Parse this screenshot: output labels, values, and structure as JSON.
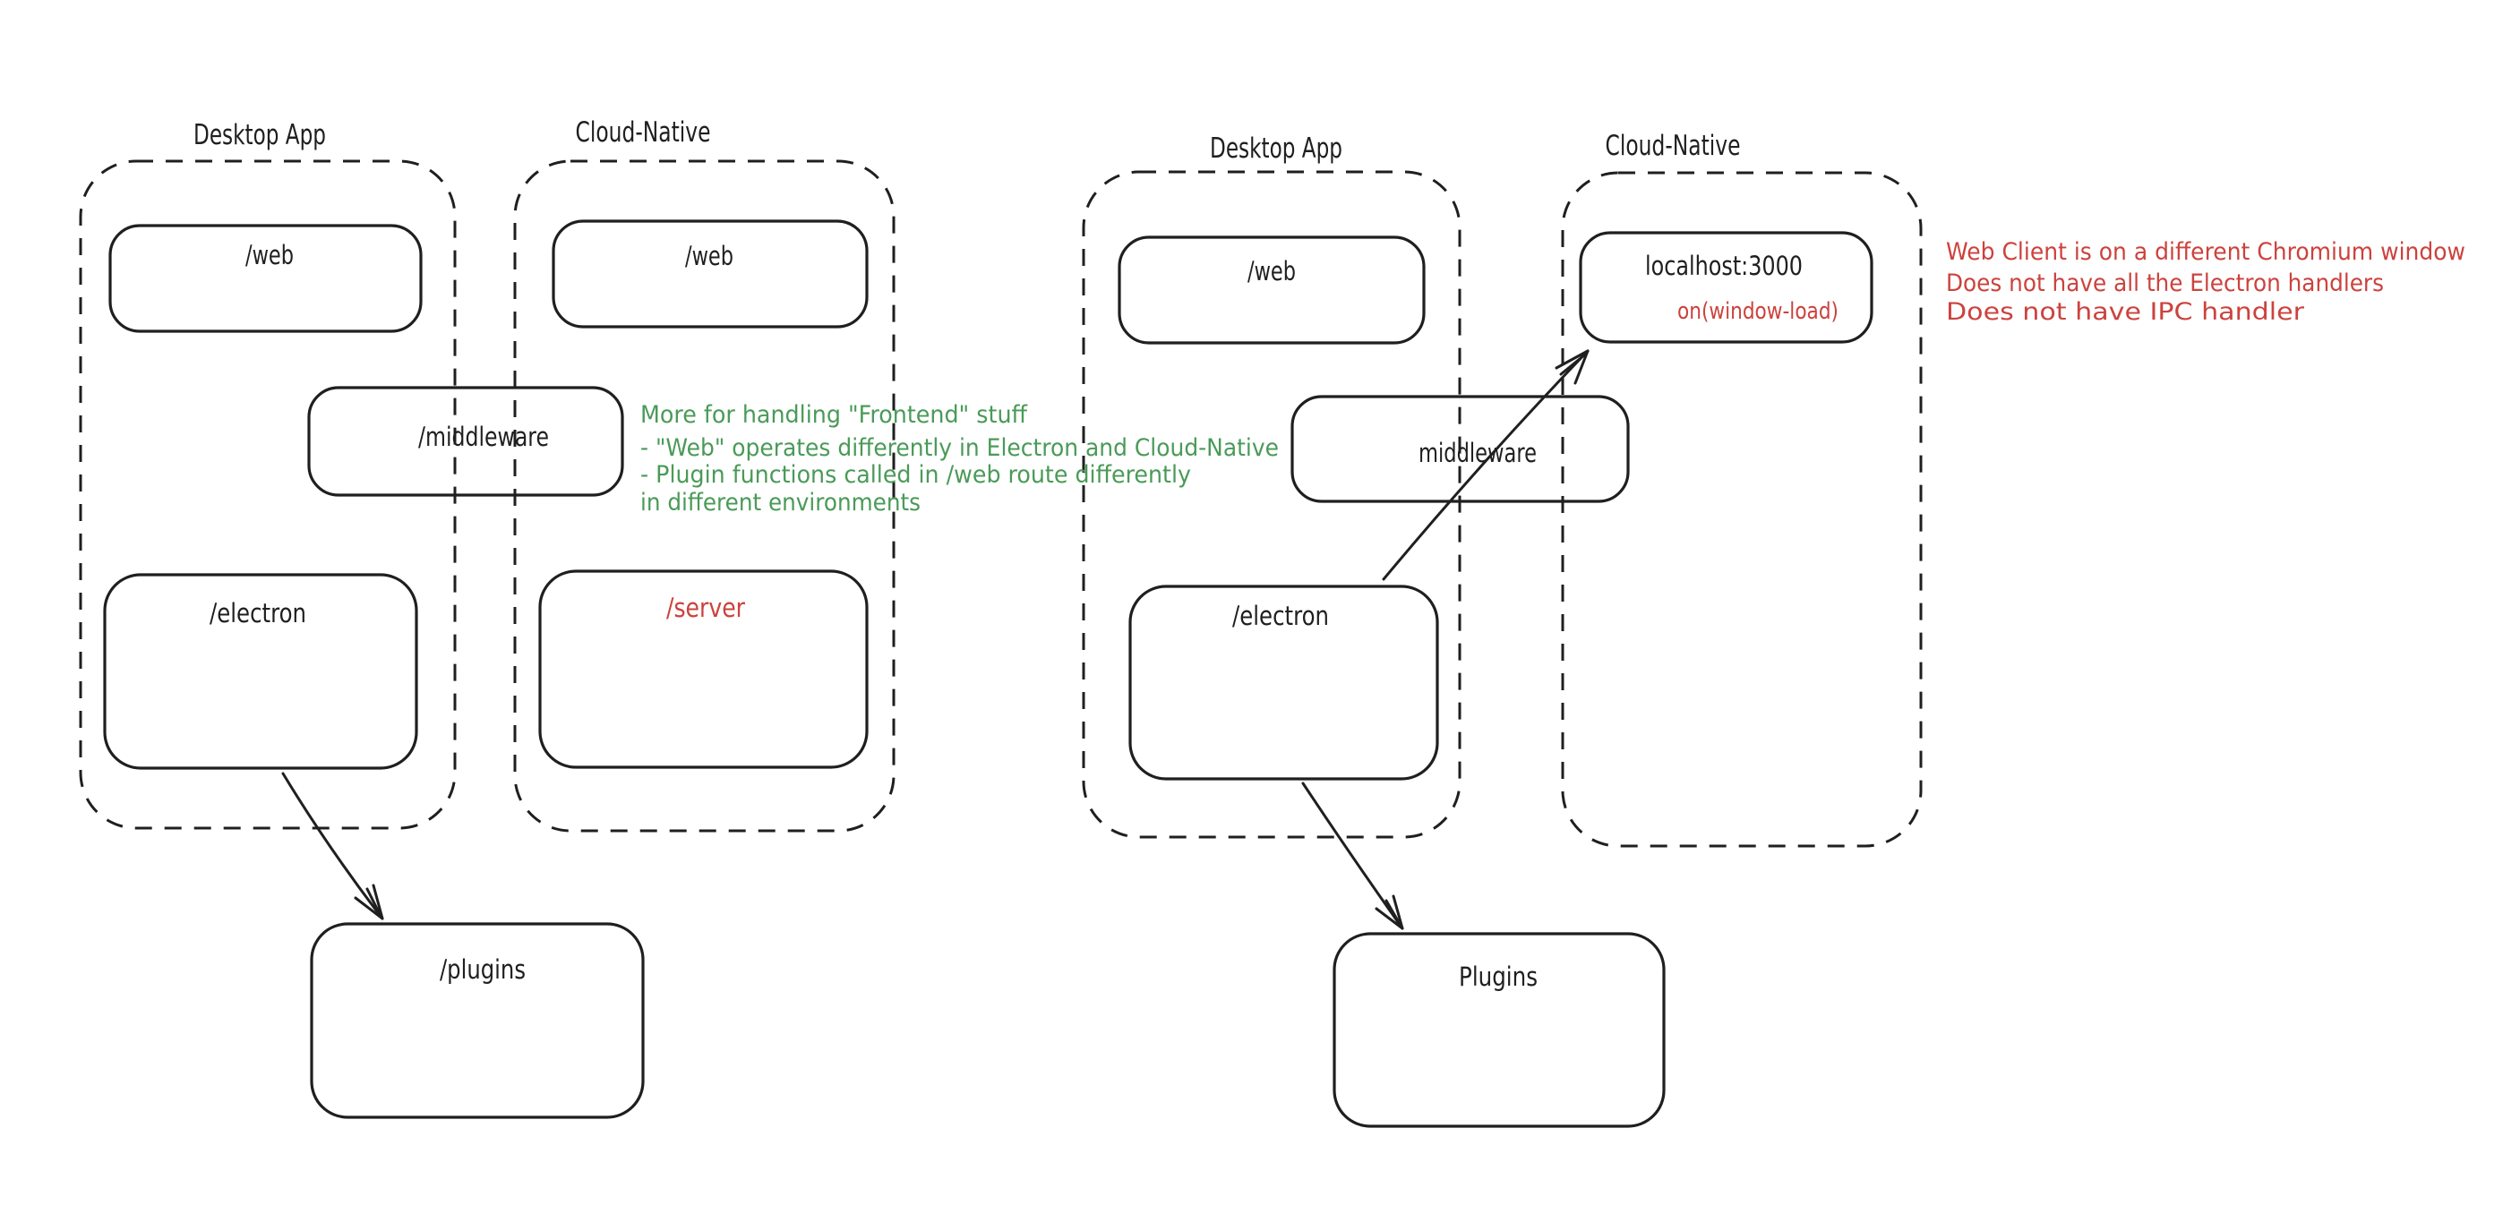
{
  "colors": {
    "ink": "#1f1f1f",
    "red": "#cc423d",
    "green": "#4a9a58",
    "background": "#ffffff"
  },
  "left_diagram": {
    "desktop_container_label": "Desktop App",
    "cloud_container_label": "Cloud-Native",
    "desktop_web_box_label": "/web",
    "cloud_web_box_label": "/web",
    "middleware_box_label": "/middleware",
    "electron_box_label": "/electron",
    "server_box_label": "/server",
    "plugins_box_label": "/plugins"
  },
  "right_diagram": {
    "desktop_container_label": "Desktop App",
    "cloud_container_label": "Cloud-Native",
    "desktop_web_box_label": "/web",
    "localhost_box_label": "localhost:3000",
    "localhost_box_sublabel": "on(window-load)",
    "middleware_box_label": "middleware",
    "electron_box_label": "/electron",
    "plugins_box_label": "Plugins"
  },
  "green_note_lines": [
    "More for handling \"Frontend\" stuff",
    "- \"Web\" operates differently in Electron and Cloud-Native",
    "- Plugin functions called in /web route differently",
    "in different environments"
  ],
  "red_note_lines": [
    "Web Client is on a different Chromium window",
    "Does not have all the Electron handlers",
    "Does not have IPC handler"
  ]
}
